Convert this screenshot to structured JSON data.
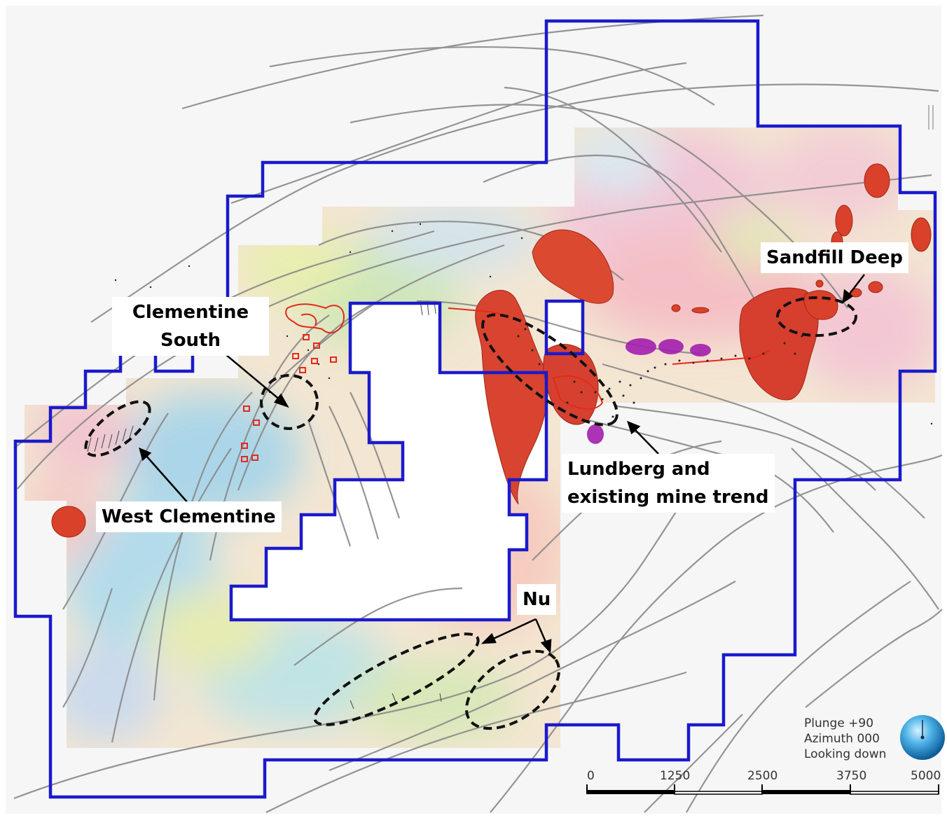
{
  "labels": {
    "clementine_south_line1": "Clementine",
    "clementine_south_line2": "South",
    "west_clementine": "West Clementine",
    "sandfill_deep": "Sandfill Deep",
    "lundberg_line1": "Lundberg and",
    "lundberg_line2": "existing mine trend",
    "nu": "Nu"
  },
  "view": {
    "plunge": "Plunge +90",
    "azimuth": "Azimuth 000",
    "looking": "Looking down"
  },
  "scale_bar": {
    "ticks": [
      "0",
      "1250",
      "2500",
      "3750",
      "5000"
    ]
  },
  "colors": {
    "tenement_boundary": "#1a1acc",
    "orebody": "#d9412a",
    "fault_lines": "#8a8a8a",
    "target_ellipse": "#111111"
  }
}
